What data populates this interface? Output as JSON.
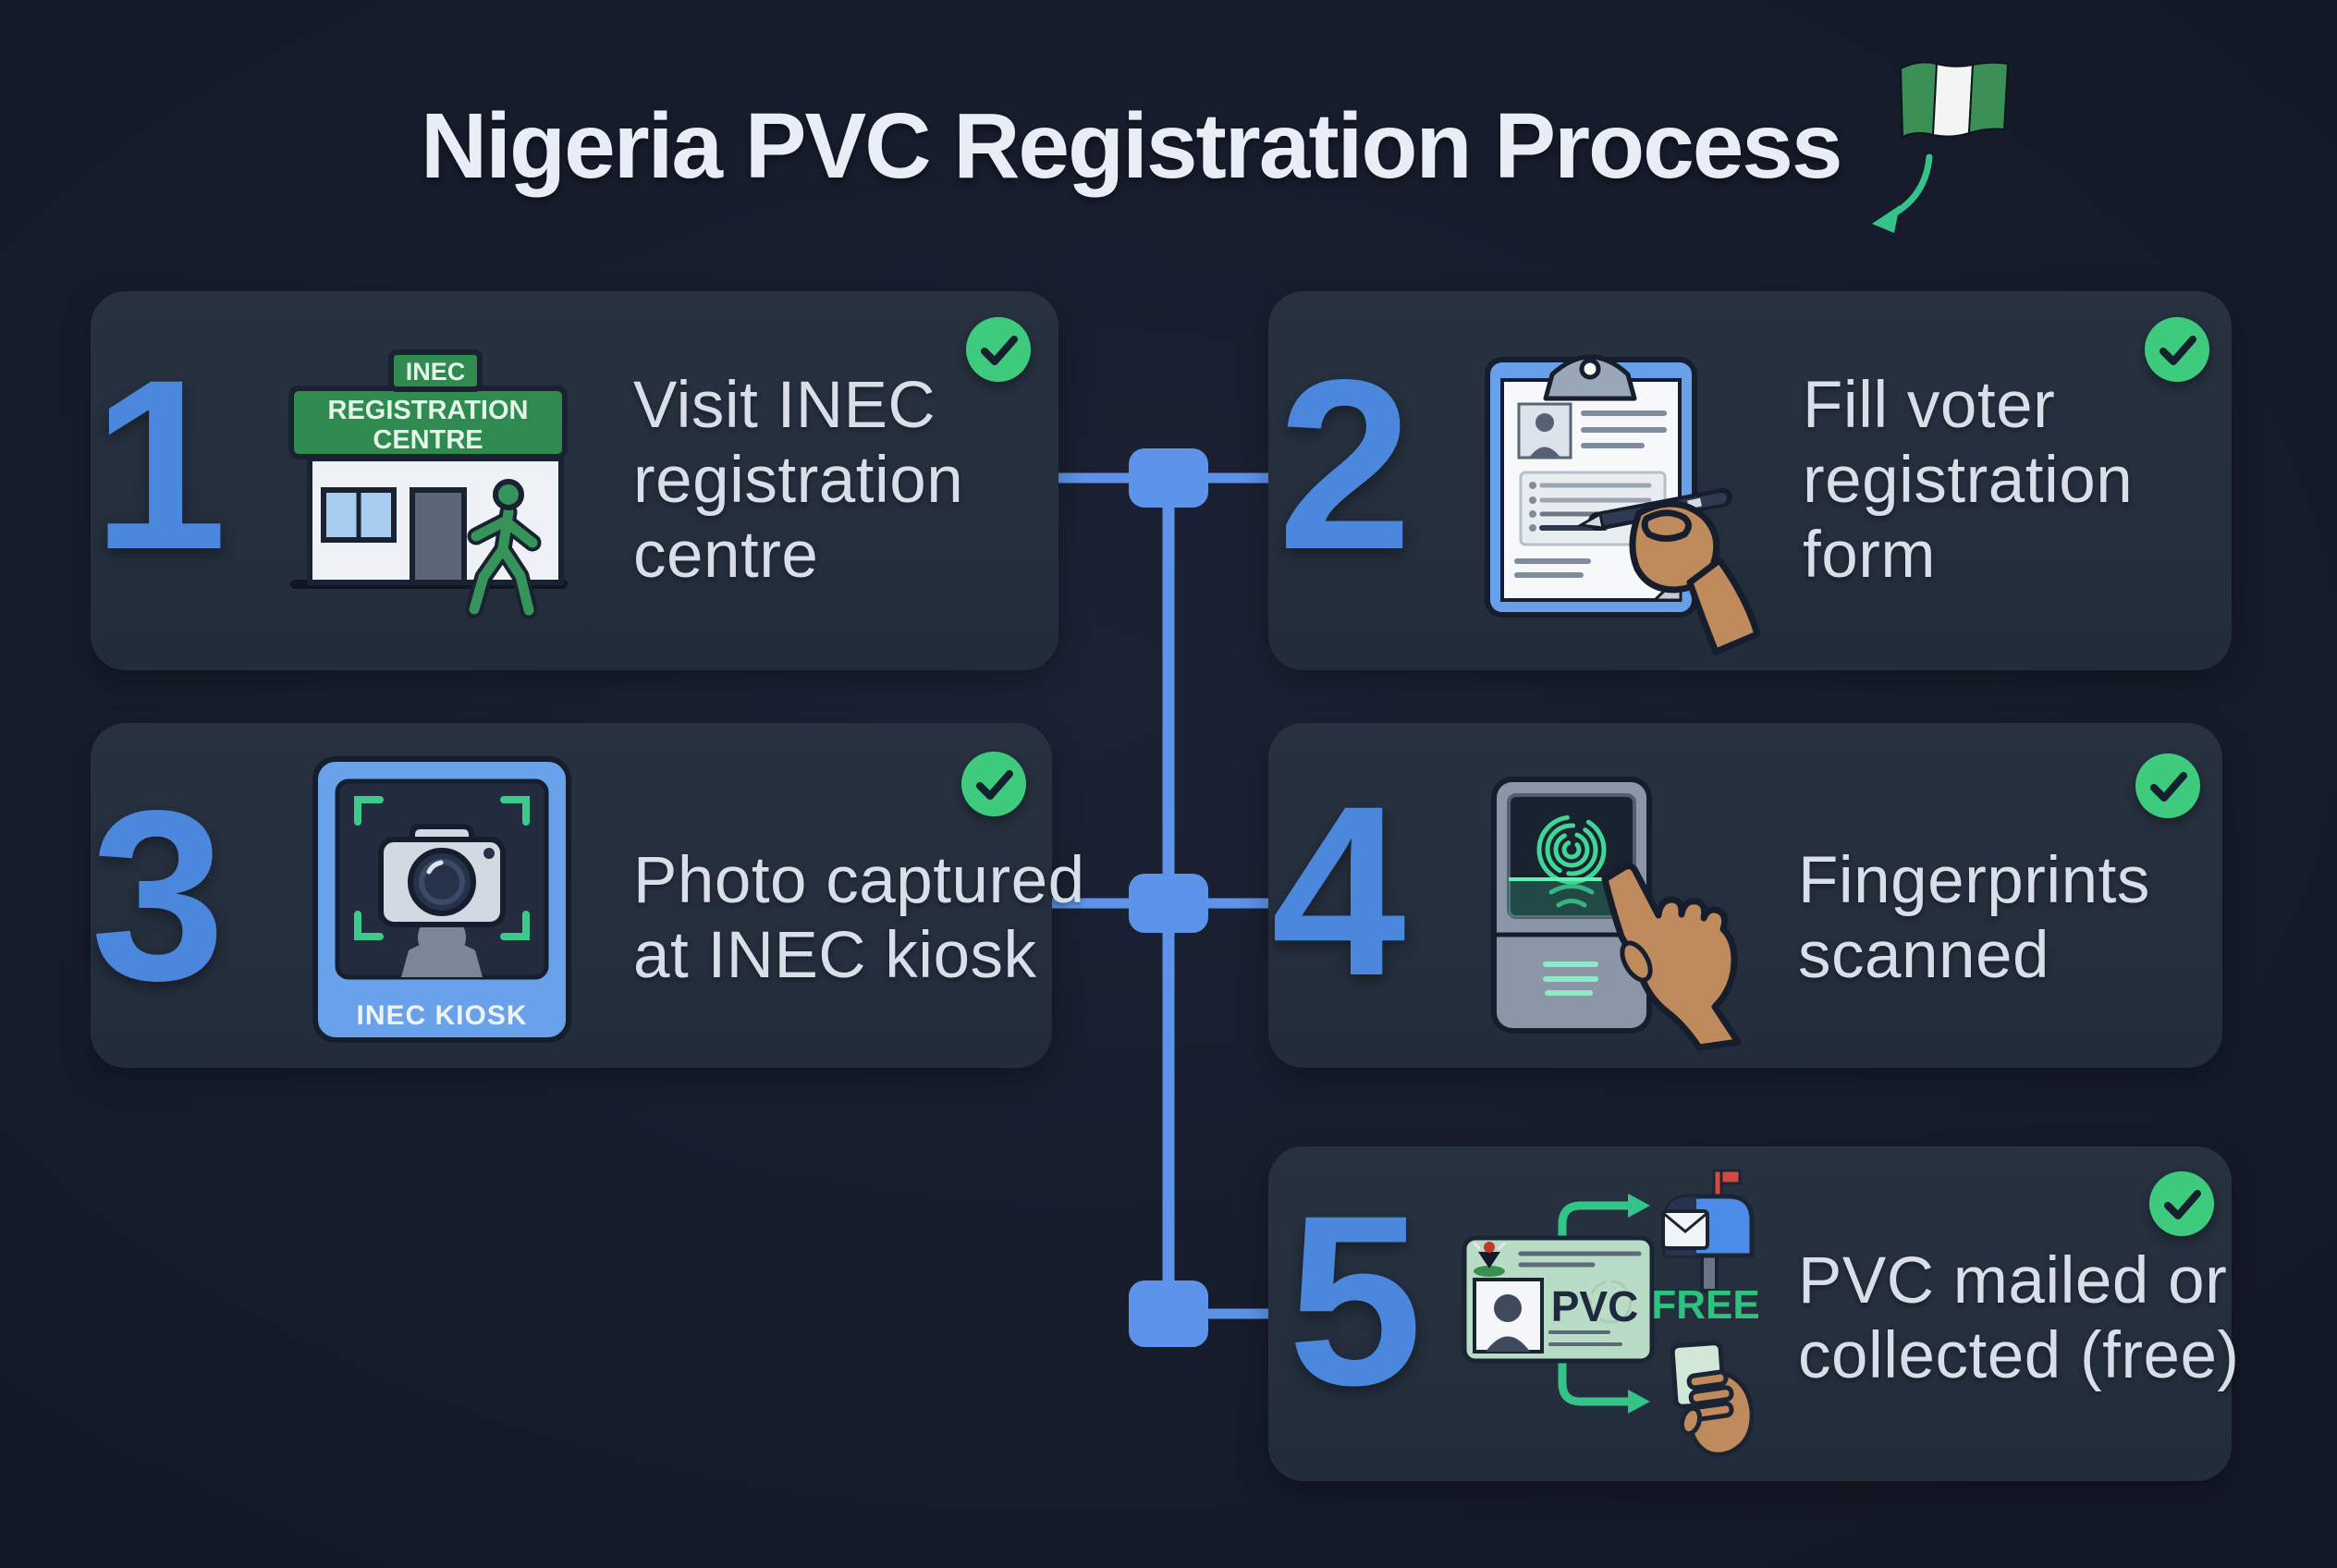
{
  "title": "Nigeria PVC Registration Process",
  "flag_icon": "nigeria-flag",
  "steps": [
    {
      "number": "1",
      "lines": [
        "Visit INEC",
        "registration",
        "centre"
      ],
      "icon": "inec-registration-centre-building",
      "sign_top": "INEC",
      "sign_line1": "REGISTRATION",
      "sign_line2": "CENTRE"
    },
    {
      "number": "2",
      "lines": [
        "Fill voter",
        "registration",
        "form"
      ],
      "icon": "voter-form-clipboard"
    },
    {
      "number": "3",
      "lines": [
        "Photo captured",
        "at INEC kiosk"
      ],
      "icon": "photo-kiosk-camera",
      "kiosk_label": "INEC KIOSK"
    },
    {
      "number": "4",
      "lines": [
        "Fingerprints",
        "scanned"
      ],
      "icon": "fingerprint-scanner"
    },
    {
      "number": "5",
      "lines": [
        "PVC mailed or",
        "collected (free)"
      ],
      "icon": "pvc-card-mail-collect",
      "pvc_label": "PVC",
      "free_label": "FREE"
    }
  ],
  "colors": {
    "background": "#171d2d",
    "card": "#242e3d",
    "step_number_blue": "#4c87de",
    "connector_blue": "#5d93e8",
    "check_green": "#3ecb7e",
    "accent_green": "#34c389",
    "nigeria_green": "#2f8a50",
    "text": "#d8dfe9",
    "kiosk_frame_blue": "#69a2ea",
    "hand_tan": "#bf8a5c",
    "pvc_card_green": "#b9dcc6",
    "mailbox_blue": "#4a8ce8",
    "mailbox_flag_red": "#d14b42"
  }
}
